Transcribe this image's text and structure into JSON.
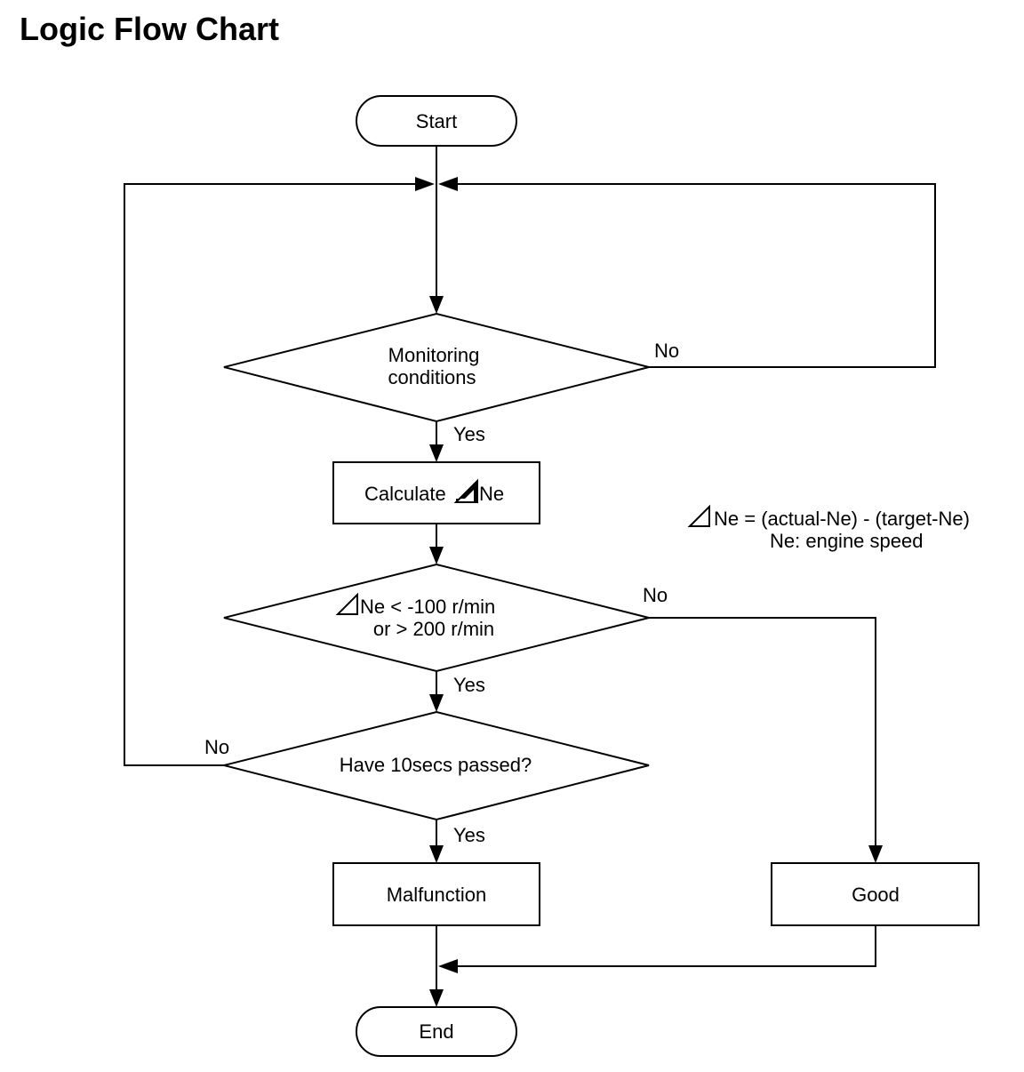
{
  "title": "Logic Flow Chart",
  "nodes": {
    "start": "Start",
    "monitoring_line1": "Monitoring",
    "monitoring_line2": "conditions",
    "calculate": "Calculate",
    "calculate_symbol": "Ne",
    "delta_line1_symbol": "Ne < -100 r/min",
    "delta_line2": "or > 200 r/min",
    "timer": "Have 10secs passed?",
    "malfunction": "Malfunction",
    "good": "Good",
    "end": "End"
  },
  "labels": {
    "no_monitoring": "No",
    "yes_monitoring": "Yes",
    "no_delta": "No",
    "yes_delta": "Yes",
    "no_timer": "No",
    "yes_timer": "Yes"
  },
  "note": {
    "line1": "Ne = (actual-Ne) - (target-Ne)",
    "line2": "Ne:  engine speed"
  },
  "icons": {
    "delta": "delta-triangle-icon"
  }
}
